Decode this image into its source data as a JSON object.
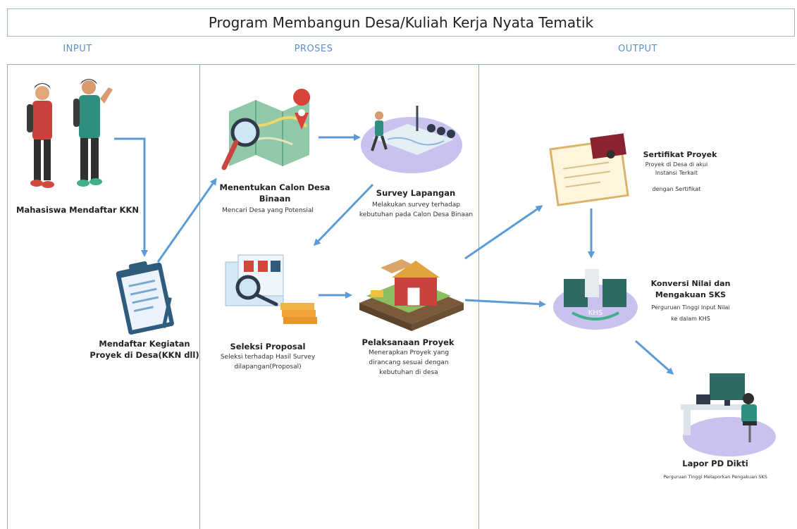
{
  "title": "Program Membangun Desa/Kuliah Kerja Nyata Tematik",
  "columns": {
    "input": "INPUT",
    "proses": "PROSES",
    "output": "OUTPUT"
  },
  "nodes": {
    "mhs": {
      "title": "Mahasiswa Mendaftar KKN"
    },
    "daftar": {
      "title": "Mendaftar Kegiatan Proyek di Desa(KKN dll)"
    },
    "calon": {
      "title": "Menentukan Calon Desa Binaan",
      "desc": "Mencari Desa yang Potensial"
    },
    "survey": {
      "title": "Survey Lapangan",
      "desc": "Melakukan survey terhadap kebutuhan pada Calon Desa Binaan"
    },
    "seleksi": {
      "title": "Seleksi Proposal",
      "desc": "Seleksi terhadap Hasil Survey dilapangan(Proposal)"
    },
    "pelaksanaan": {
      "title": "Pelaksanaan Proyek",
      "desc": "Menerapkan Proyek yang dirancang sesuai dengan kebutuhan di desa"
    },
    "sertifikat": {
      "title": "Sertifikat Proyek",
      "desc1": "Proyek di Desa di akui Instansi Terkait",
      "desc2": "dengan Sertifikat"
    },
    "konversi": {
      "title": "Konversi Nilai dan Mengakuan SKS",
      "desc1": "Perguruan Tinggi Input Nilai",
      "desc2": "ke dalam KHS",
      "badge": "KHS"
    },
    "lapor": {
      "title": "Lapor PD Dikti",
      "desc": "Perguruan Tinggi Melaporkan Pengakuan SKS"
    }
  },
  "colors": {
    "arrow": "#5b9bd5",
    "border": "#8fb0cf",
    "accent": "#5a8fc9"
  }
}
